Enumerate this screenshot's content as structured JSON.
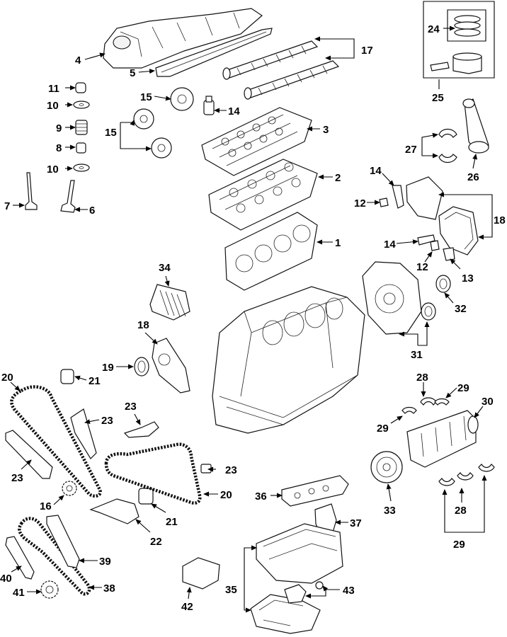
{
  "callouts": {
    "c1": "1",
    "c2": "2",
    "c3": "3",
    "c4": "4",
    "c5": "5",
    "c6": "6",
    "c7": "7",
    "c8": "8",
    "c9": "9",
    "c10a": "10",
    "c10b": "10",
    "c11": "11",
    "c12a": "12",
    "c12b": "12",
    "c13": "13",
    "c14a": "14",
    "c14b": "14",
    "c14c": "14",
    "c15a": "15",
    "c15b": "15",
    "c16": "16",
    "c17": "17",
    "c18a": "18",
    "c18b": "18",
    "c19": "19",
    "c20a": "20",
    "c20b": "20",
    "c21a": "21",
    "c21b": "21",
    "c22": "22",
    "c23a": "23",
    "c23b": "23",
    "c23c": "23",
    "c23d": "23",
    "c24": "24",
    "c25": "25",
    "c26": "26",
    "c27": "27",
    "c28a": "28",
    "c28b": "28",
    "c29a": "29",
    "c29b": "29",
    "c29c": "29",
    "c30": "30",
    "c31": "31",
    "c32": "32",
    "c33": "33",
    "c34": "34",
    "c35": "35",
    "c36": "36",
    "c37": "37",
    "c38": "38",
    "c39": "39",
    "c40": "40",
    "c41": "41",
    "c42": "42",
    "c43": "43"
  },
  "colors": {
    "line": "#000000",
    "background": "#ffffff",
    "part_fill": "#ffffff"
  }
}
